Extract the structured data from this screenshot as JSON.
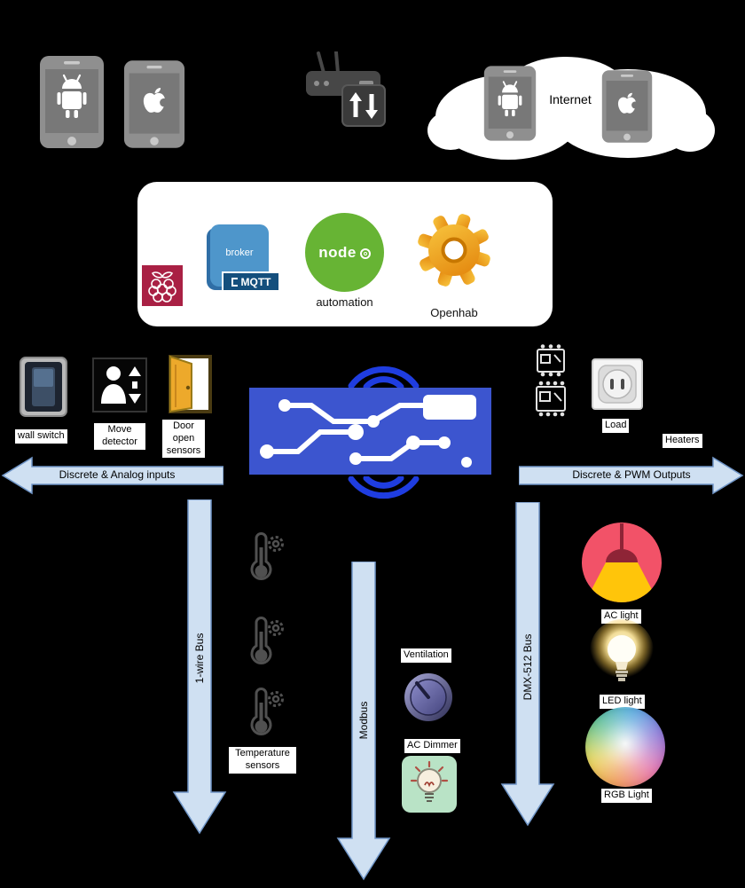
{
  "cloud": {
    "label": "Internet"
  },
  "hub": {
    "broker_label": "broker",
    "mqtt_label": "MQTT",
    "node_label": "node",
    "automation_label": "automation",
    "openhab_label": "Openhab"
  },
  "inputs": {
    "arrow_label": "Discrete & Analog inputs",
    "wall_switch_label": "wall switch",
    "move_detector_label": "Move detector",
    "door_sensor_label": "Door open sensors"
  },
  "outputs": {
    "arrow_label": "Discrete & PWM Outputs",
    "load_label": "Load",
    "heaters_label": "Heaters"
  },
  "buses": {
    "one_wire_label": "1-wire Bus",
    "modbus_label": "Modbus",
    "dmx_label": "DMX-512 Bus"
  },
  "peripherals": {
    "temperature_label": "Temperature sensors",
    "ventilation_label": "Ventilation",
    "ac_dimmer_label": "AC Dimmer",
    "ac_light_label": "AC light",
    "led_light_label": "LED light",
    "rgb_light_label": "RGB Light"
  },
  "colors": {
    "background": "#000000",
    "arrow_fill": "#cfe0f2",
    "arrow_stroke": "#7096c8",
    "pcb_blue": "#3c55cf",
    "wifi_blue": "#1f3de0",
    "node_green": "#67b434",
    "mqtt_blue": "#4e96cb",
    "mqtt_banner_blue": "#144f7d",
    "raspberry_crimson": "#a92044",
    "gear_orange": "#f0a500",
    "ac_light_pink": "#f25268",
    "ac_light_yellow": "#ffc50a",
    "dimmer_green": "#b9e3c6"
  }
}
